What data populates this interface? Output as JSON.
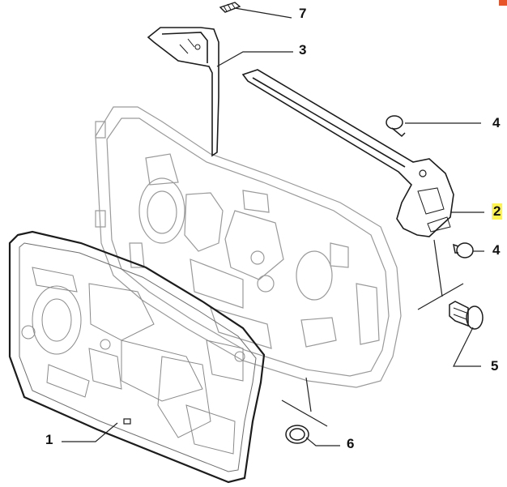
{
  "callouts": [
    {
      "id": "1",
      "label": "1"
    },
    {
      "id": "2",
      "label": "2",
      "highlighted": true
    },
    {
      "id": "3",
      "label": "3"
    },
    {
      "id": "4a",
      "label": "4"
    },
    {
      "id": "4b",
      "label": "4"
    },
    {
      "id": "5",
      "label": "5"
    },
    {
      "id": "6",
      "label": "6"
    },
    {
      "id": "7",
      "label": "7"
    }
  ],
  "colors": {
    "line": "#222222",
    "frame": "#9a9a9a",
    "highlight": "#fff44f",
    "corner_mark": "#e8542a"
  }
}
